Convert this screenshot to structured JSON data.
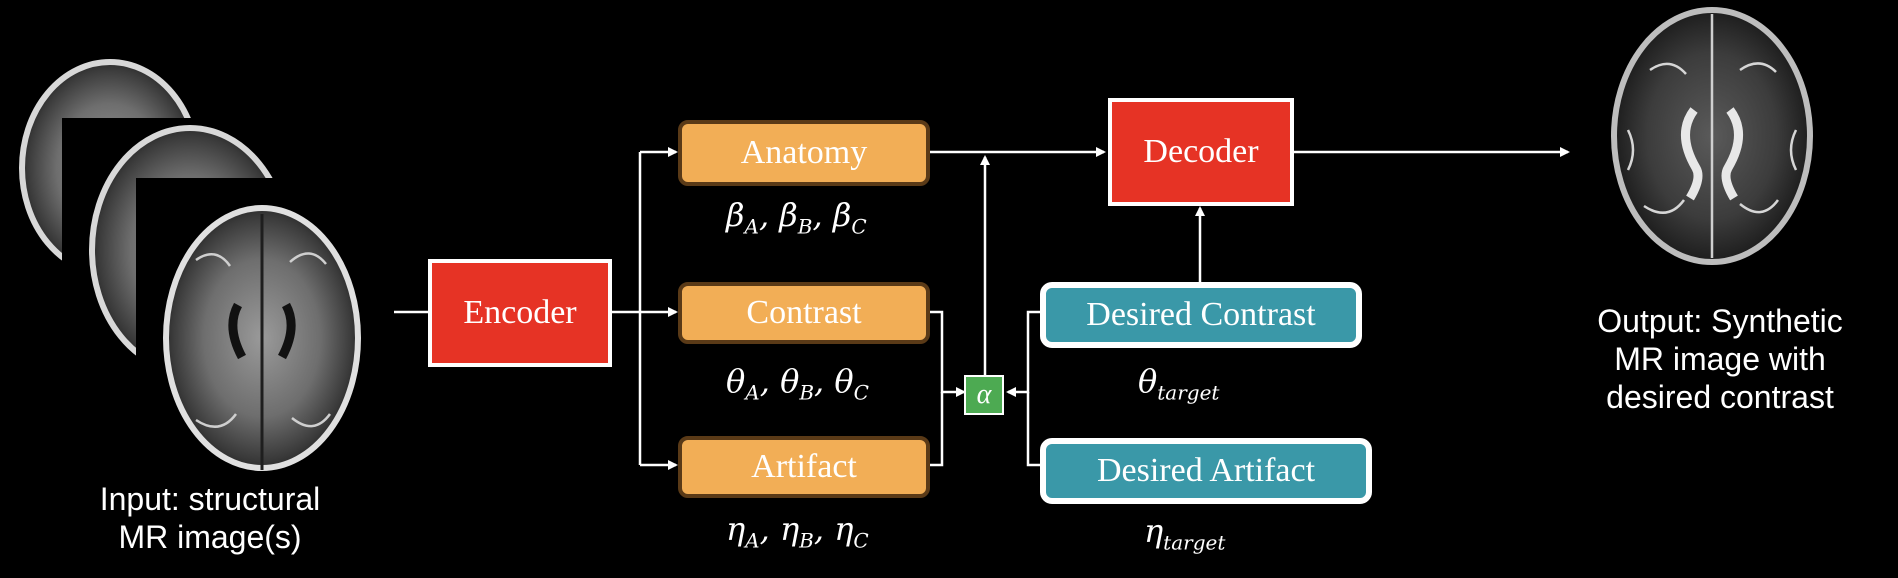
{
  "blocks": {
    "encoder": "Encoder",
    "decoder": "Decoder",
    "anatomy": "Anatomy",
    "contrast": "Contrast",
    "artifact": "Artifact",
    "desired_contrast": "Desired Contrast",
    "desired_artifact": "Desired Artifact",
    "alpha": "α"
  },
  "math": {
    "anatomy": {
      "s1": "β",
      "i1": "A",
      "s2": ", β",
      "i2": "B",
      "s3": ", β",
      "i3": "C"
    },
    "contrast": {
      "s1": "θ",
      "i1": "A",
      "s2": ", θ",
      "i2": "B",
      "s3": ", θ",
      "i3": "C"
    },
    "artifact": {
      "s1": "η",
      "i1": "A",
      "s2": ", η",
      "i2": "B",
      "s3": ", η",
      "i3": "C"
    },
    "theta_target": {
      "s": "θ",
      "i": "target"
    },
    "eta_target": {
      "s": "η",
      "i": "target"
    }
  },
  "captions": {
    "input_line1": "Input: structural",
    "input_line2": "MR image(s)",
    "output_line1": "Output: Synthetic",
    "output_line2": "MR image with",
    "output_line3": "desired contrast"
  },
  "colors": {
    "encoder_decoder": "#E63325",
    "latent": "#F2AE56",
    "desired": "#3A98A8",
    "alpha": "#4DAA52",
    "arrows": "#FFFFFF"
  },
  "icons": {
    "input_images": "brain-mri-stack",
    "output_image": "brain-mri-t2"
  }
}
